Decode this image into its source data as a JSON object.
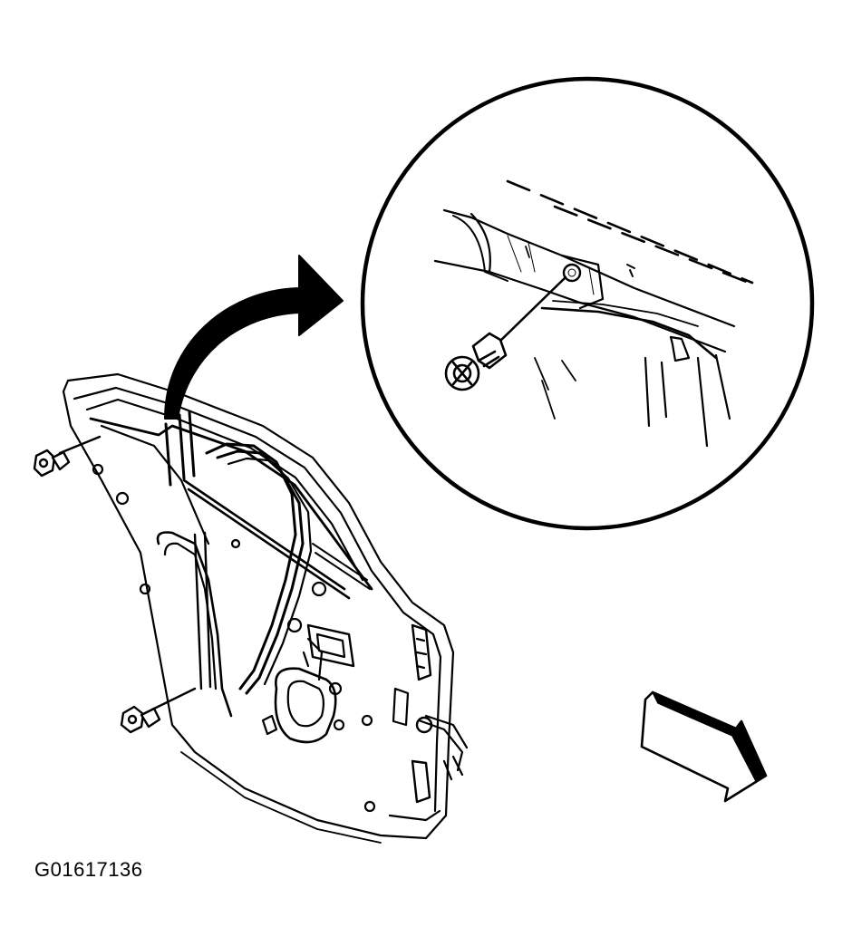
{
  "figure_id": "G01617136",
  "colors": {
    "line": "#000000",
    "background": "#ffffff"
  },
  "components": {
    "door": "rear-door-inner-panel",
    "detail": "circular-detail-view",
    "callout_arrow": "curved-callout-arrow",
    "direction_arrow": "vehicle-front-direction-arrow",
    "bolts": [
      "door-bolt-upper",
      "door-bolt-lower",
      "detail-bolt"
    ]
  }
}
